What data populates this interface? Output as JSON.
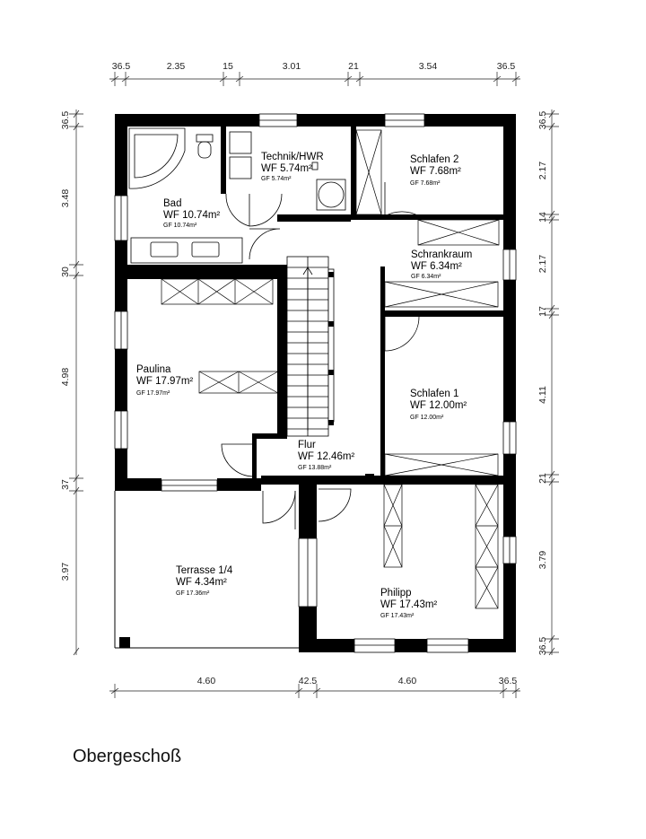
{
  "title": "Obergeschoß",
  "rooms": {
    "bad": {
      "name": "Bad",
      "wf": "WF 10.74m²",
      "gf": "GF 10.74m²"
    },
    "technik": {
      "name": "Technik/HWR",
      "wf": "WF 5.74m²",
      "gf": "GF 5.74m²"
    },
    "schlafen2": {
      "name": "Schlafen 2",
      "wf": "WF 7.68m²",
      "gf": "GF 7.68m²"
    },
    "schrankraum": {
      "name": "Schrankraum",
      "wf": "WF 6.34m²",
      "gf": "GF 6.34m²"
    },
    "paulina": {
      "name": "Paulina",
      "wf": "WF 17.97m²",
      "gf": "GF 17.97m²"
    },
    "schlafen1": {
      "name": "Schlafen 1",
      "wf": "WF 12.00m²",
      "gf": "GF 12.00m²"
    },
    "flur": {
      "name": "Flur",
      "wf": "WF 12.46m²",
      "gf": "GF 13.88m²"
    },
    "terrasse": {
      "name": "Terrasse 1/4",
      "wf": "WF 4.34m²",
      "gf": "GF 17.36m²"
    },
    "philipp": {
      "name": "Philipp",
      "wf": "WF 17.43m²",
      "gf": "GF 17.43m²"
    }
  },
  "dimensions": {
    "top": [
      "36.5",
      "2.35",
      "15",
      "3.01",
      "21",
      "3.54",
      "36.5"
    ],
    "bottom": [
      "4.60",
      "42.5",
      "4.60",
      "36.5"
    ],
    "left": [
      "36.5",
      "3.48",
      "30",
      "4.98",
      "37",
      "3.97"
    ],
    "right": [
      "36.5",
      "2.17",
      "14",
      "2.17",
      "17",
      "4.11",
      "21",
      "3.79",
      "36.5"
    ]
  }
}
